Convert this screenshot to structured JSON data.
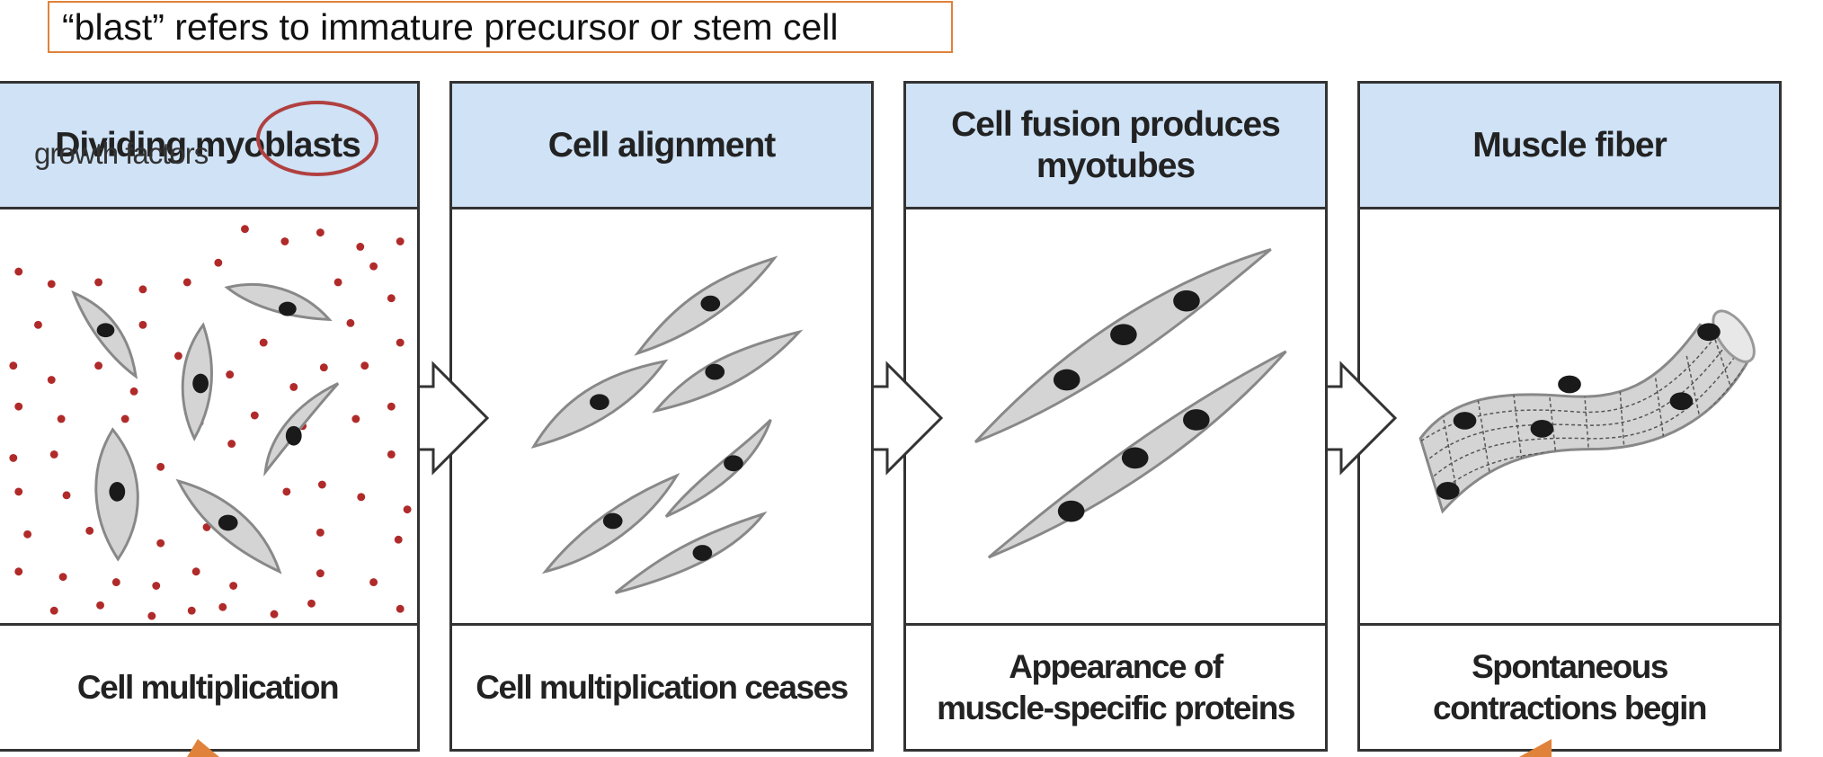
{
  "note": {
    "text": "“blast” refers to immature precursor or stem cell"
  },
  "panels": [
    {
      "title": "Dividing myoblasts",
      "caption": "Cell multiplication",
      "label": "growth factors"
    },
    {
      "title": "Cell alignment",
      "caption": "Cell multiplication ceases"
    },
    {
      "title": "Cell fusion produces\nmyotubes",
      "caption": "Appearance of\nmuscle-specific proteins"
    },
    {
      "title": "Muscle fiber",
      "caption": "Spontaneous\ncontractions begin"
    }
  ],
  "colors": {
    "header_bg": "#cfe2f6",
    "cell_fill": "#d4d4d4",
    "nucleus": "#1a1a1a",
    "growth_dot": "#b02a2a",
    "annotation_orange": "#e0823a",
    "highlight_circle": "#b04040"
  }
}
